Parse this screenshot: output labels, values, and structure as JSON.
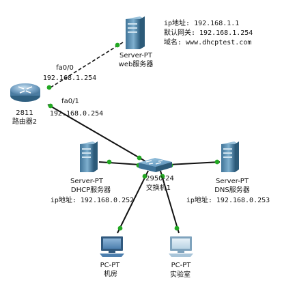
{
  "router": {
    "model": "2811",
    "name": "路由器2",
    "iface0": "fa0/0",
    "ip0": "192.168.1.254",
    "iface1": "fa0/1",
    "ip1": "192.168.0.254"
  },
  "web_server": {
    "model": "Server-PT",
    "name": "web服务器"
  },
  "web_info": {
    "line1": "ip地址: 192.168.1.1",
    "line2": "默认网关: 192.168.1.254",
    "line3": "域名: www.dhcptest.com"
  },
  "switch": {
    "model": "2950-24",
    "name": "交换机1"
  },
  "dhcp_server": {
    "model": "Server-PT",
    "name": "DHCP服务器",
    "ip": "ip地址: 192.168.0.252"
  },
  "dns_server": {
    "model": "Server-PT",
    "name": "DNS服务器",
    "ip": "ip地址: 192.168.0.253"
  },
  "pc1": {
    "model": "PC-PT",
    "name": "机房"
  },
  "pc2": {
    "model": "PC-PT",
    "name": "实验室"
  },
  "colors": {
    "link": "#111111",
    "link_status_up": "#22a822",
    "server_body": "#5a8fb0",
    "router_body": "#6f9cc0",
    "switch_body": "#4f89b5",
    "pc_screen": "#6f9cc8"
  }
}
